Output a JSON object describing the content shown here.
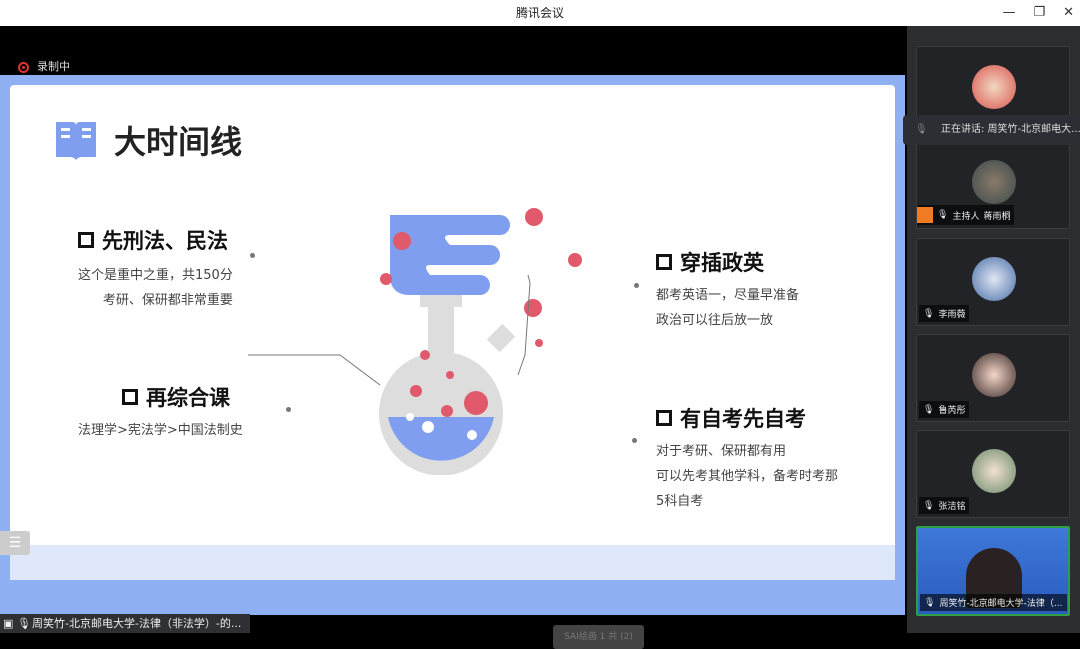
{
  "window": {
    "title": "腾讯会议",
    "minimize": "—",
    "restore": "❐",
    "close": "✕"
  },
  "recording": "录制中",
  "slide": {
    "title": "大时间线",
    "sections": [
      {
        "heading": "先刑法、民法",
        "lines": [
          "这个是重中之重，共150分",
          "考研、保研都非常重要"
        ]
      },
      {
        "heading": "再综合课",
        "lines": [
          "法理学>宪法学>中国法制史"
        ]
      },
      {
        "heading": "穿插政英",
        "lines": [
          "都考英语一，尽量早准备",
          "政治可以往后放一放"
        ]
      },
      {
        "heading": "有自考先自考",
        "lines": [
          "对于考研、保研都有用",
          "可以先考其他学科，备考时考那",
          "5科自考"
        ]
      }
    ],
    "colors": {
      "blue": "#7f9ef0",
      "red": "#e05a6b",
      "gray": "#d9d9d9"
    }
  },
  "speaking": "正在讲话: 周笑竹-北京邮电大...",
  "participants": [
    {
      "name": ""
    },
    {
      "role": "主持人",
      "name": "蒋雨桐"
    },
    {
      "name": "李雨薇"
    },
    {
      "name": "鲁芮彤"
    },
    {
      "name": "张洁铭"
    },
    {
      "name": "周笑竹-北京邮电大学-法律（..."
    }
  ],
  "bottom": {
    "share_label": "周笑竹-北京邮电大学-法律（非法学）-的...",
    "pager": "SAI绘画 1 共 (2)"
  },
  "menu_icon": "☰"
}
